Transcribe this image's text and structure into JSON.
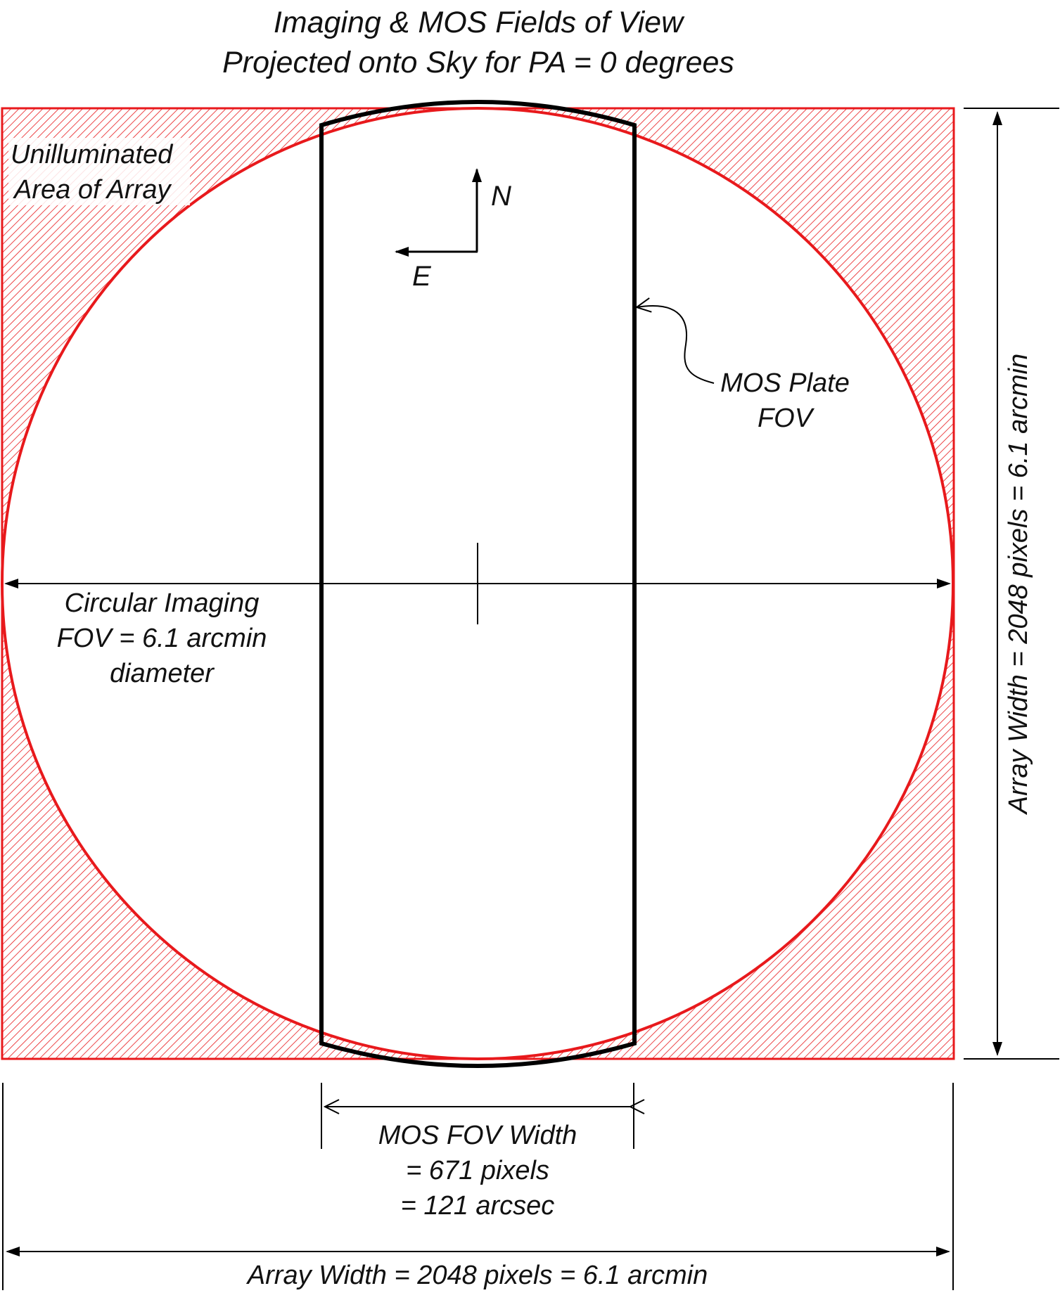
{
  "title": {
    "line1": "Imaging & MOS Fields of View",
    "line2": "Projected onto Sky for PA = 0 degrees"
  },
  "labels": {
    "unilluminated_line1": "Unilluminated",
    "unilluminated_line2": "Area of Array",
    "compass_north": "N",
    "compass_east": "E",
    "mos_plate_line1": "MOS Plate",
    "mos_plate_line2": "FOV",
    "circular_fov_line1": "Circular Imaging",
    "circular_fov_line2": "FOV = 6.1 arcmin",
    "circular_fov_line3": "diameter",
    "mos_width_line1": "MOS FOV Width",
    "mos_width_line2": "= 671 pixels",
    "mos_width_line3": "= 121 arcsec",
    "array_width_bottom": "Array Width = 2048 pixels = 6.1 arcmin",
    "array_width_right": "Array Width = 2048 pixels = 6.1 arcmin"
  },
  "colors": {
    "array_outline": "#e8191c",
    "hatch": "#e8191c",
    "circle": "#e8191c",
    "mos_plate": "#000000",
    "dimension_lines": "#000000",
    "text": "#111111"
  }
}
